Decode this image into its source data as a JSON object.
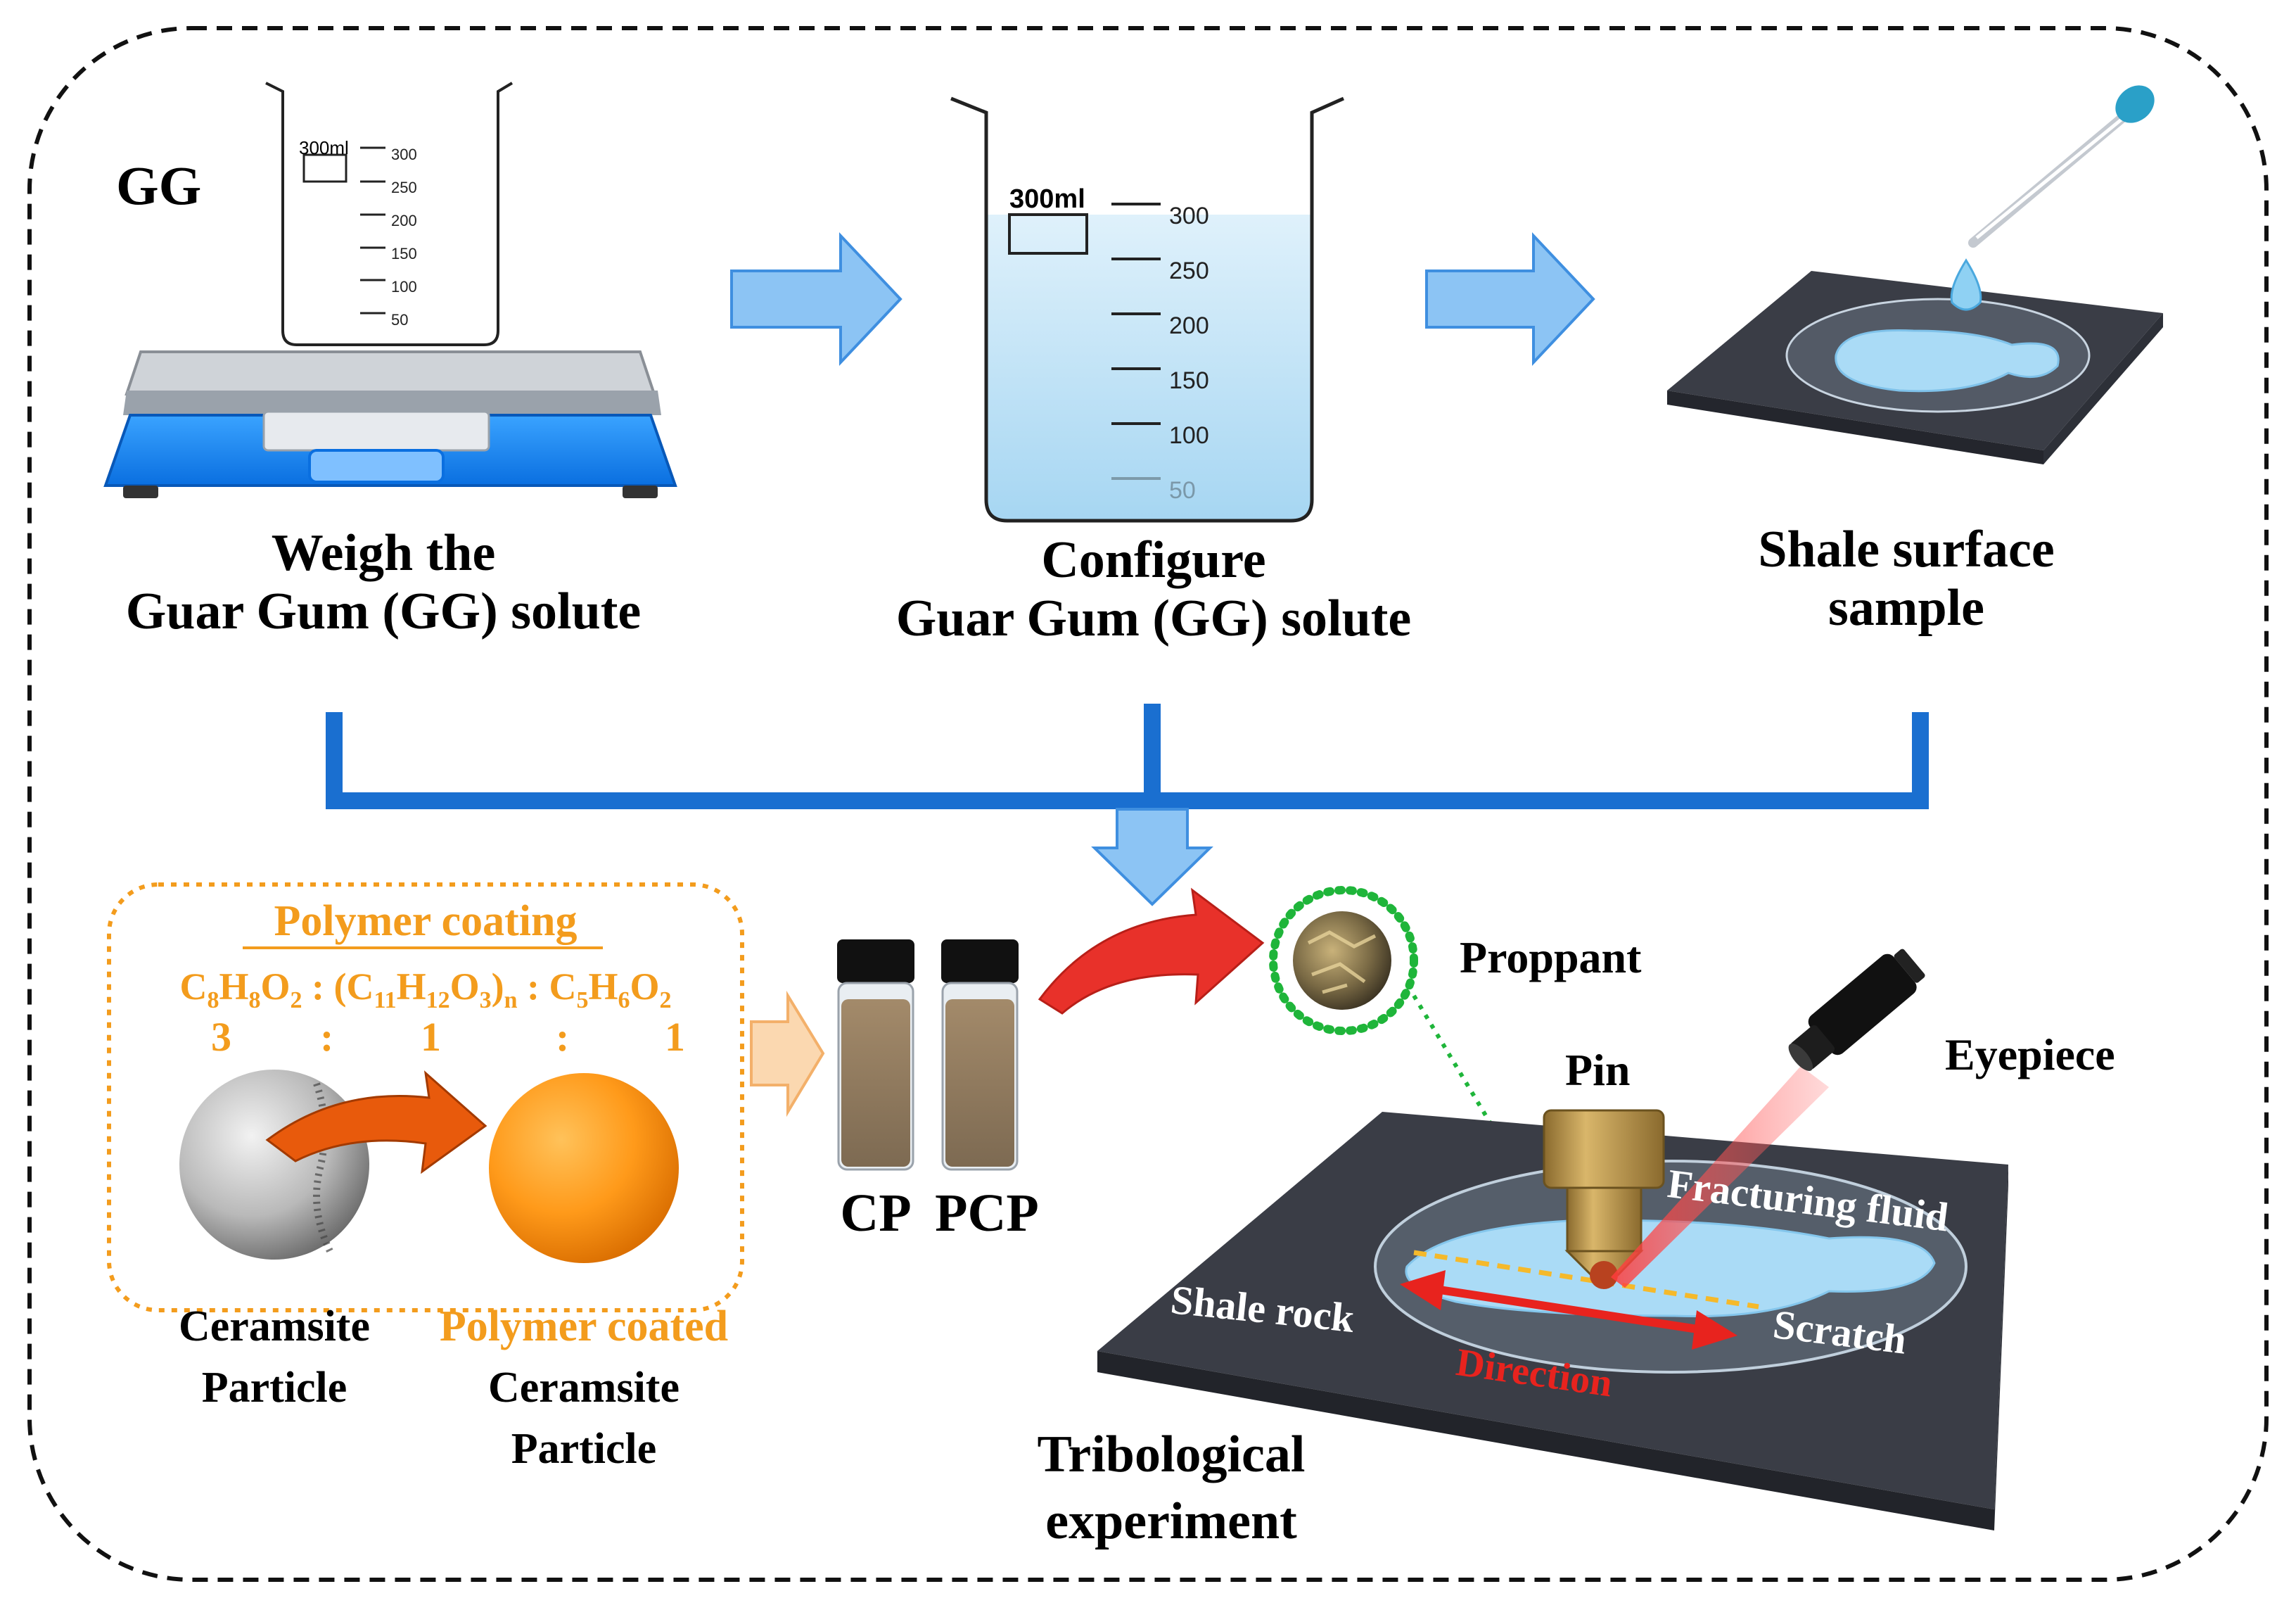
{
  "step1": {
    "tag": "GG",
    "beaker_label": "300ml",
    "beaker_ticks": [
      "300",
      "250",
      "200",
      "150",
      "100",
      "50"
    ],
    "caption_line1": "Weigh the",
    "caption_line2": "Guar Gum (GG) solute"
  },
  "step2": {
    "beaker_label": "300ml",
    "beaker_ticks": [
      "300",
      "250",
      "200",
      "150",
      "100",
      "50"
    ],
    "caption_line1": "Configure",
    "caption_line2": "Guar Gum (GG) solute"
  },
  "step3": {
    "caption_line1": "Shale surface",
    "caption_line2": "sample"
  },
  "coating": {
    "title": "Polymer coating",
    "ratio_values": [
      "3",
      "1",
      "1"
    ],
    "ratio_separator": ":",
    "ceramsite_line1": "Ceramsite",
    "ceramsite_line2": "Particle",
    "coated_line1": "Polymer coated",
    "coated_line2": "Ceramsite",
    "coated_line3": "Particle"
  },
  "vials": {
    "left": "CP",
    "right": "PCP"
  },
  "tribology": {
    "proppant": "Proppant",
    "pin": "Pin",
    "eyepiece": "Eyepiece",
    "fluid": "Fracturing fluid",
    "rock": "Shale rock",
    "scratch": "Scratch",
    "direction": "Direction",
    "caption_line1": "Tribological",
    "caption_line2": "experiment"
  },
  "colors": {
    "arrow_blue": "#8cc4f4",
    "arrow_blue_edge": "#3f8fe0",
    "bracket_blue": "#1a6fd0",
    "orange": "#f39c1d",
    "red_arrow": "#e8312a",
    "proppant_ring": "#1fb53a",
    "shale": "#3a3d46"
  }
}
